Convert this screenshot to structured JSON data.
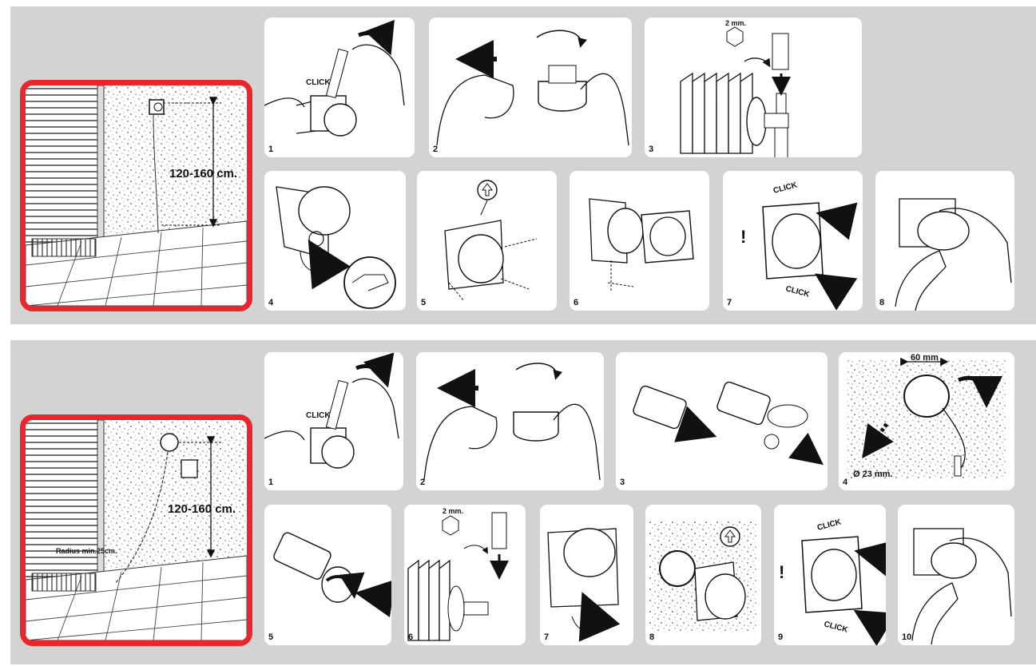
{
  "colors": {
    "band": "#d3d3d3",
    "frame": "#e8262b",
    "ink": "#111111"
  },
  "section1": {
    "height_label": "120-160 cm.",
    "steps": [
      {
        "num": "1",
        "text": "CLICK"
      },
      {
        "num": "2"
      },
      {
        "num": "3",
        "text": "2 mm."
      },
      {
        "num": "4"
      },
      {
        "num": "5"
      },
      {
        "num": "6"
      },
      {
        "num": "7",
        "text_top": "CLICK",
        "text_bottom": "CLICK",
        "mark": "!"
      },
      {
        "num": "8"
      }
    ]
  },
  "section2": {
    "height_label": "120-160 cm.",
    "radius_label": "Radius min.25cm.",
    "steps": [
      {
        "num": "1",
        "text": "CLICK"
      },
      {
        "num": "2"
      },
      {
        "num": "3"
      },
      {
        "num": "4",
        "dim_top": "60 mm",
        "dim_bottom": "Ø 23 mm."
      },
      {
        "num": "5"
      },
      {
        "num": "6",
        "text": "2 mm."
      },
      {
        "num": "7"
      },
      {
        "num": "8"
      },
      {
        "num": "9",
        "text_top": "CLICK",
        "text_bottom": "CLICK",
        "mark": "!"
      },
      {
        "num": "10"
      }
    ]
  }
}
